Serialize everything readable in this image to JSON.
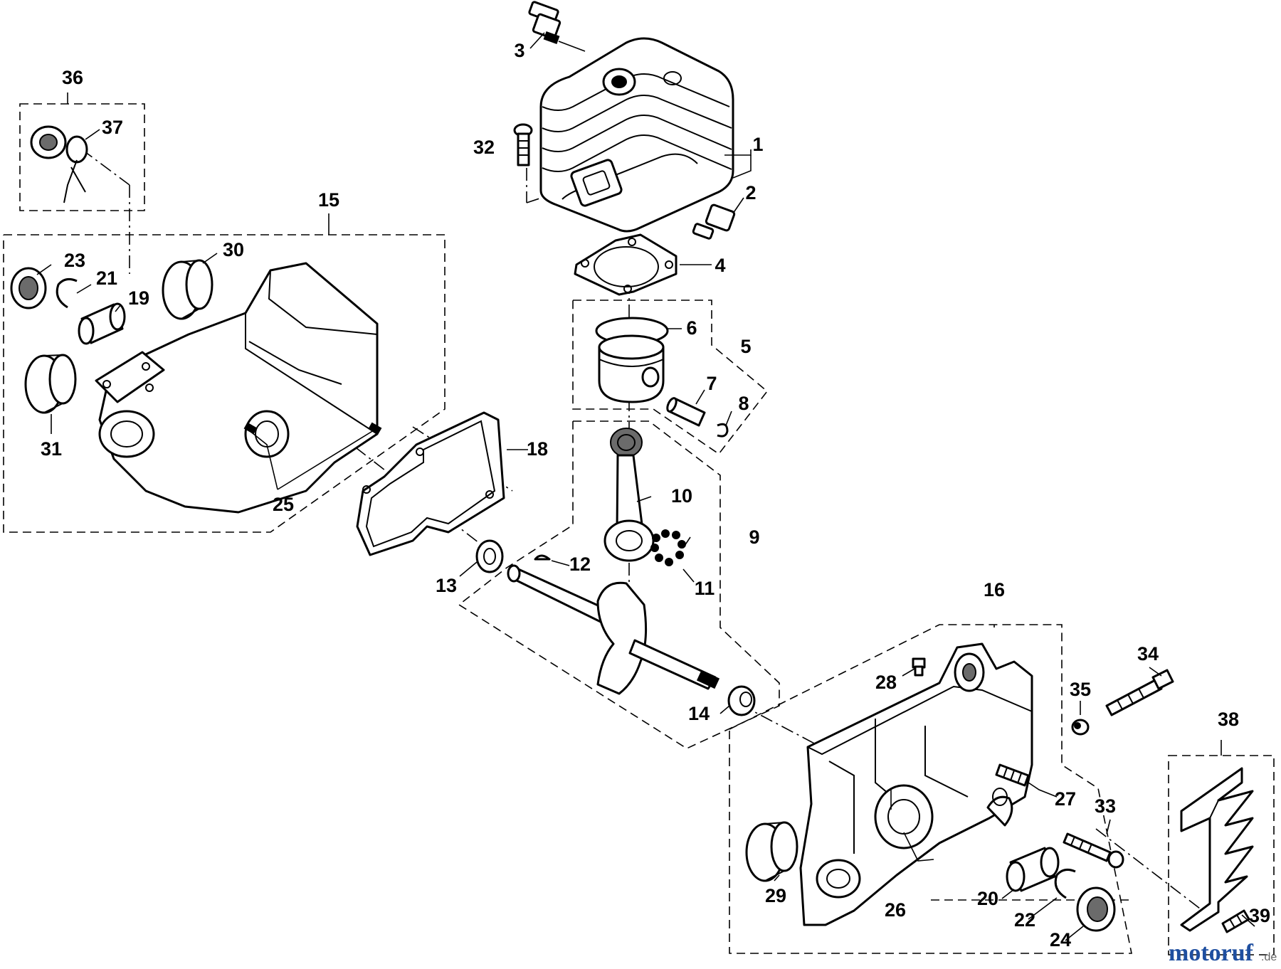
{
  "watermark": {
    "text": "motoruf",
    "suffix": ".de"
  },
  "colors": {
    "line": "#000000",
    "background": "#ffffff",
    "watermark": "#1f4fa0",
    "watermark_accent": "#f0b400"
  },
  "callouts": [
    {
      "id": "c1",
      "text": "1"
    },
    {
      "id": "c2",
      "text": "2"
    },
    {
      "id": "c3",
      "text": "3"
    },
    {
      "id": "c4",
      "text": "4"
    },
    {
      "id": "c5",
      "text": "5"
    },
    {
      "id": "c6",
      "text": "6"
    },
    {
      "id": "c7",
      "text": "7"
    },
    {
      "id": "c8",
      "text": "8"
    },
    {
      "id": "c9",
      "text": "9"
    },
    {
      "id": "c10",
      "text": "10"
    },
    {
      "id": "c11",
      "text": "11"
    },
    {
      "id": "c12",
      "text": "12"
    },
    {
      "id": "c13",
      "text": "13"
    },
    {
      "id": "c14",
      "text": "14"
    },
    {
      "id": "c15",
      "text": "15"
    },
    {
      "id": "c16",
      "text": "16"
    },
    {
      "id": "c18",
      "text": "18"
    },
    {
      "id": "c19",
      "text": "19"
    },
    {
      "id": "c20",
      "text": "20"
    },
    {
      "id": "c21",
      "text": "21"
    },
    {
      "id": "c22",
      "text": "22"
    },
    {
      "id": "c23",
      "text": "23"
    },
    {
      "id": "c24",
      "text": "24"
    },
    {
      "id": "c25",
      "text": "25"
    },
    {
      "id": "c26",
      "text": "26"
    },
    {
      "id": "c27",
      "text": "27"
    },
    {
      "id": "c28",
      "text": "28"
    },
    {
      "id": "c29",
      "text": "29"
    },
    {
      "id": "c30",
      "text": "30"
    },
    {
      "id": "c31",
      "text": "31"
    },
    {
      "id": "c32",
      "text": "32"
    },
    {
      "id": "c33",
      "text": "33"
    },
    {
      "id": "c34",
      "text": "34"
    },
    {
      "id": "c35",
      "text": "35"
    },
    {
      "id": "c36",
      "text": "36"
    },
    {
      "id": "c37",
      "text": "37"
    },
    {
      "id": "c38",
      "text": "38"
    },
    {
      "id": "c39",
      "text": "39"
    }
  ]
}
